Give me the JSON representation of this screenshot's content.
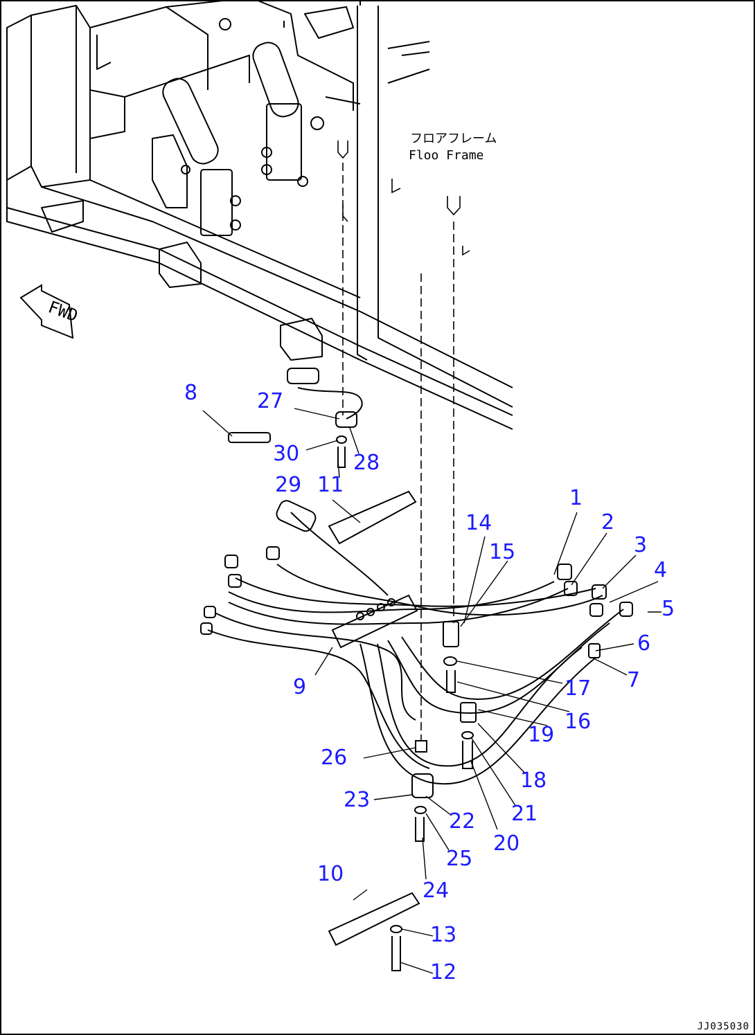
{
  "diagram": {
    "title_jp": "フロアフレーム",
    "title_en": "Floo Frame",
    "fwd_label": "FWD",
    "drawing_code": "JJ035030",
    "colors": {
      "line": "#000000",
      "callout": "#1a1aff",
      "background": "#ffffff"
    },
    "callouts": {
      "c1": "1",
      "c2": "2",
      "c3": "3",
      "c4": "4",
      "c5": "5",
      "c6": "6",
      "c7": "7",
      "c8": "8",
      "c9": "9",
      "c10": "10",
      "c11": "11",
      "c12": "12",
      "c13": "13",
      "c14": "14",
      "c15": "15",
      "c16": "16",
      "c17": "17",
      "c18": "18",
      "c19": "19",
      "c20": "20",
      "c21": "21",
      "c22": "22",
      "c23": "23",
      "c24": "24",
      "c25": "25",
      "c26": "26",
      "c27": "27",
      "c28": "28",
      "c29": "29",
      "c30": "30"
    }
  }
}
